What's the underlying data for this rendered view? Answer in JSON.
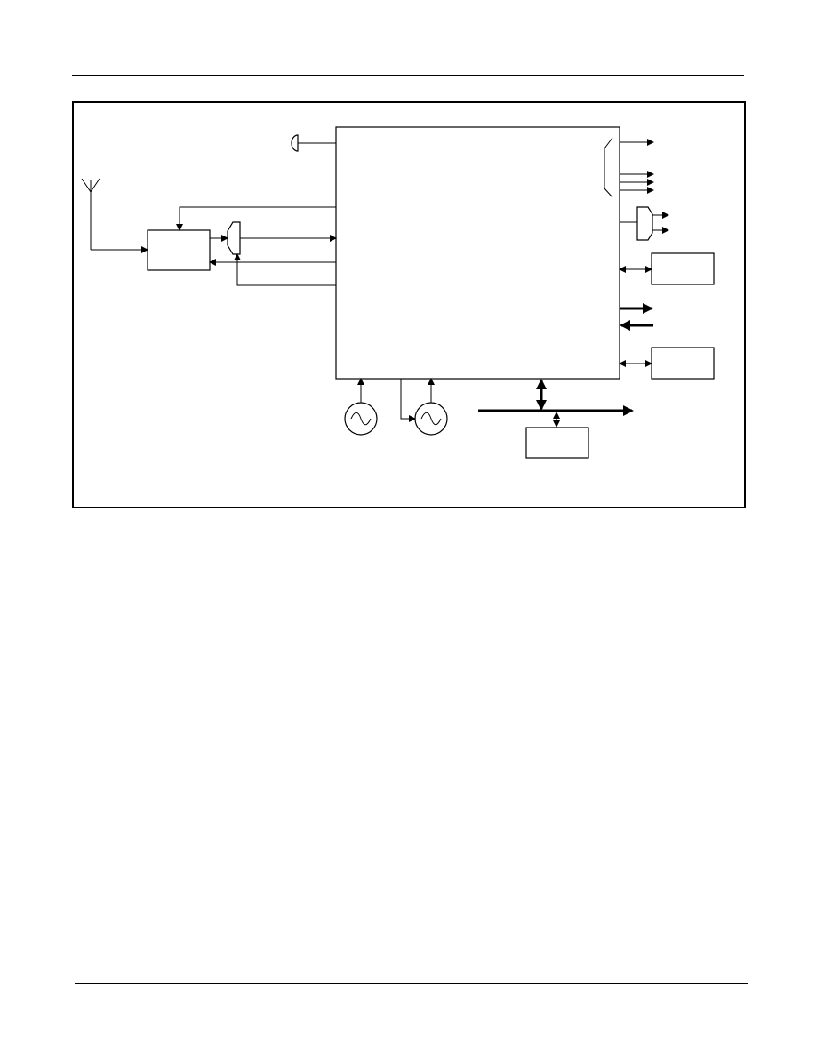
{
  "page": {
    "header_rule": "",
    "footer_rule": ""
  },
  "diagram": {
    "blocks": [
      {
        "id": "rf-front-end",
        "label": ""
      },
      {
        "id": "main-controller",
        "label": ""
      },
      {
        "id": "peripheral-upper",
        "label": ""
      },
      {
        "id": "peripheral-lower",
        "label": ""
      },
      {
        "id": "bus-device",
        "label": ""
      }
    ],
    "colors": {
      "line": "#000000",
      "background": "#ffffff"
    }
  }
}
